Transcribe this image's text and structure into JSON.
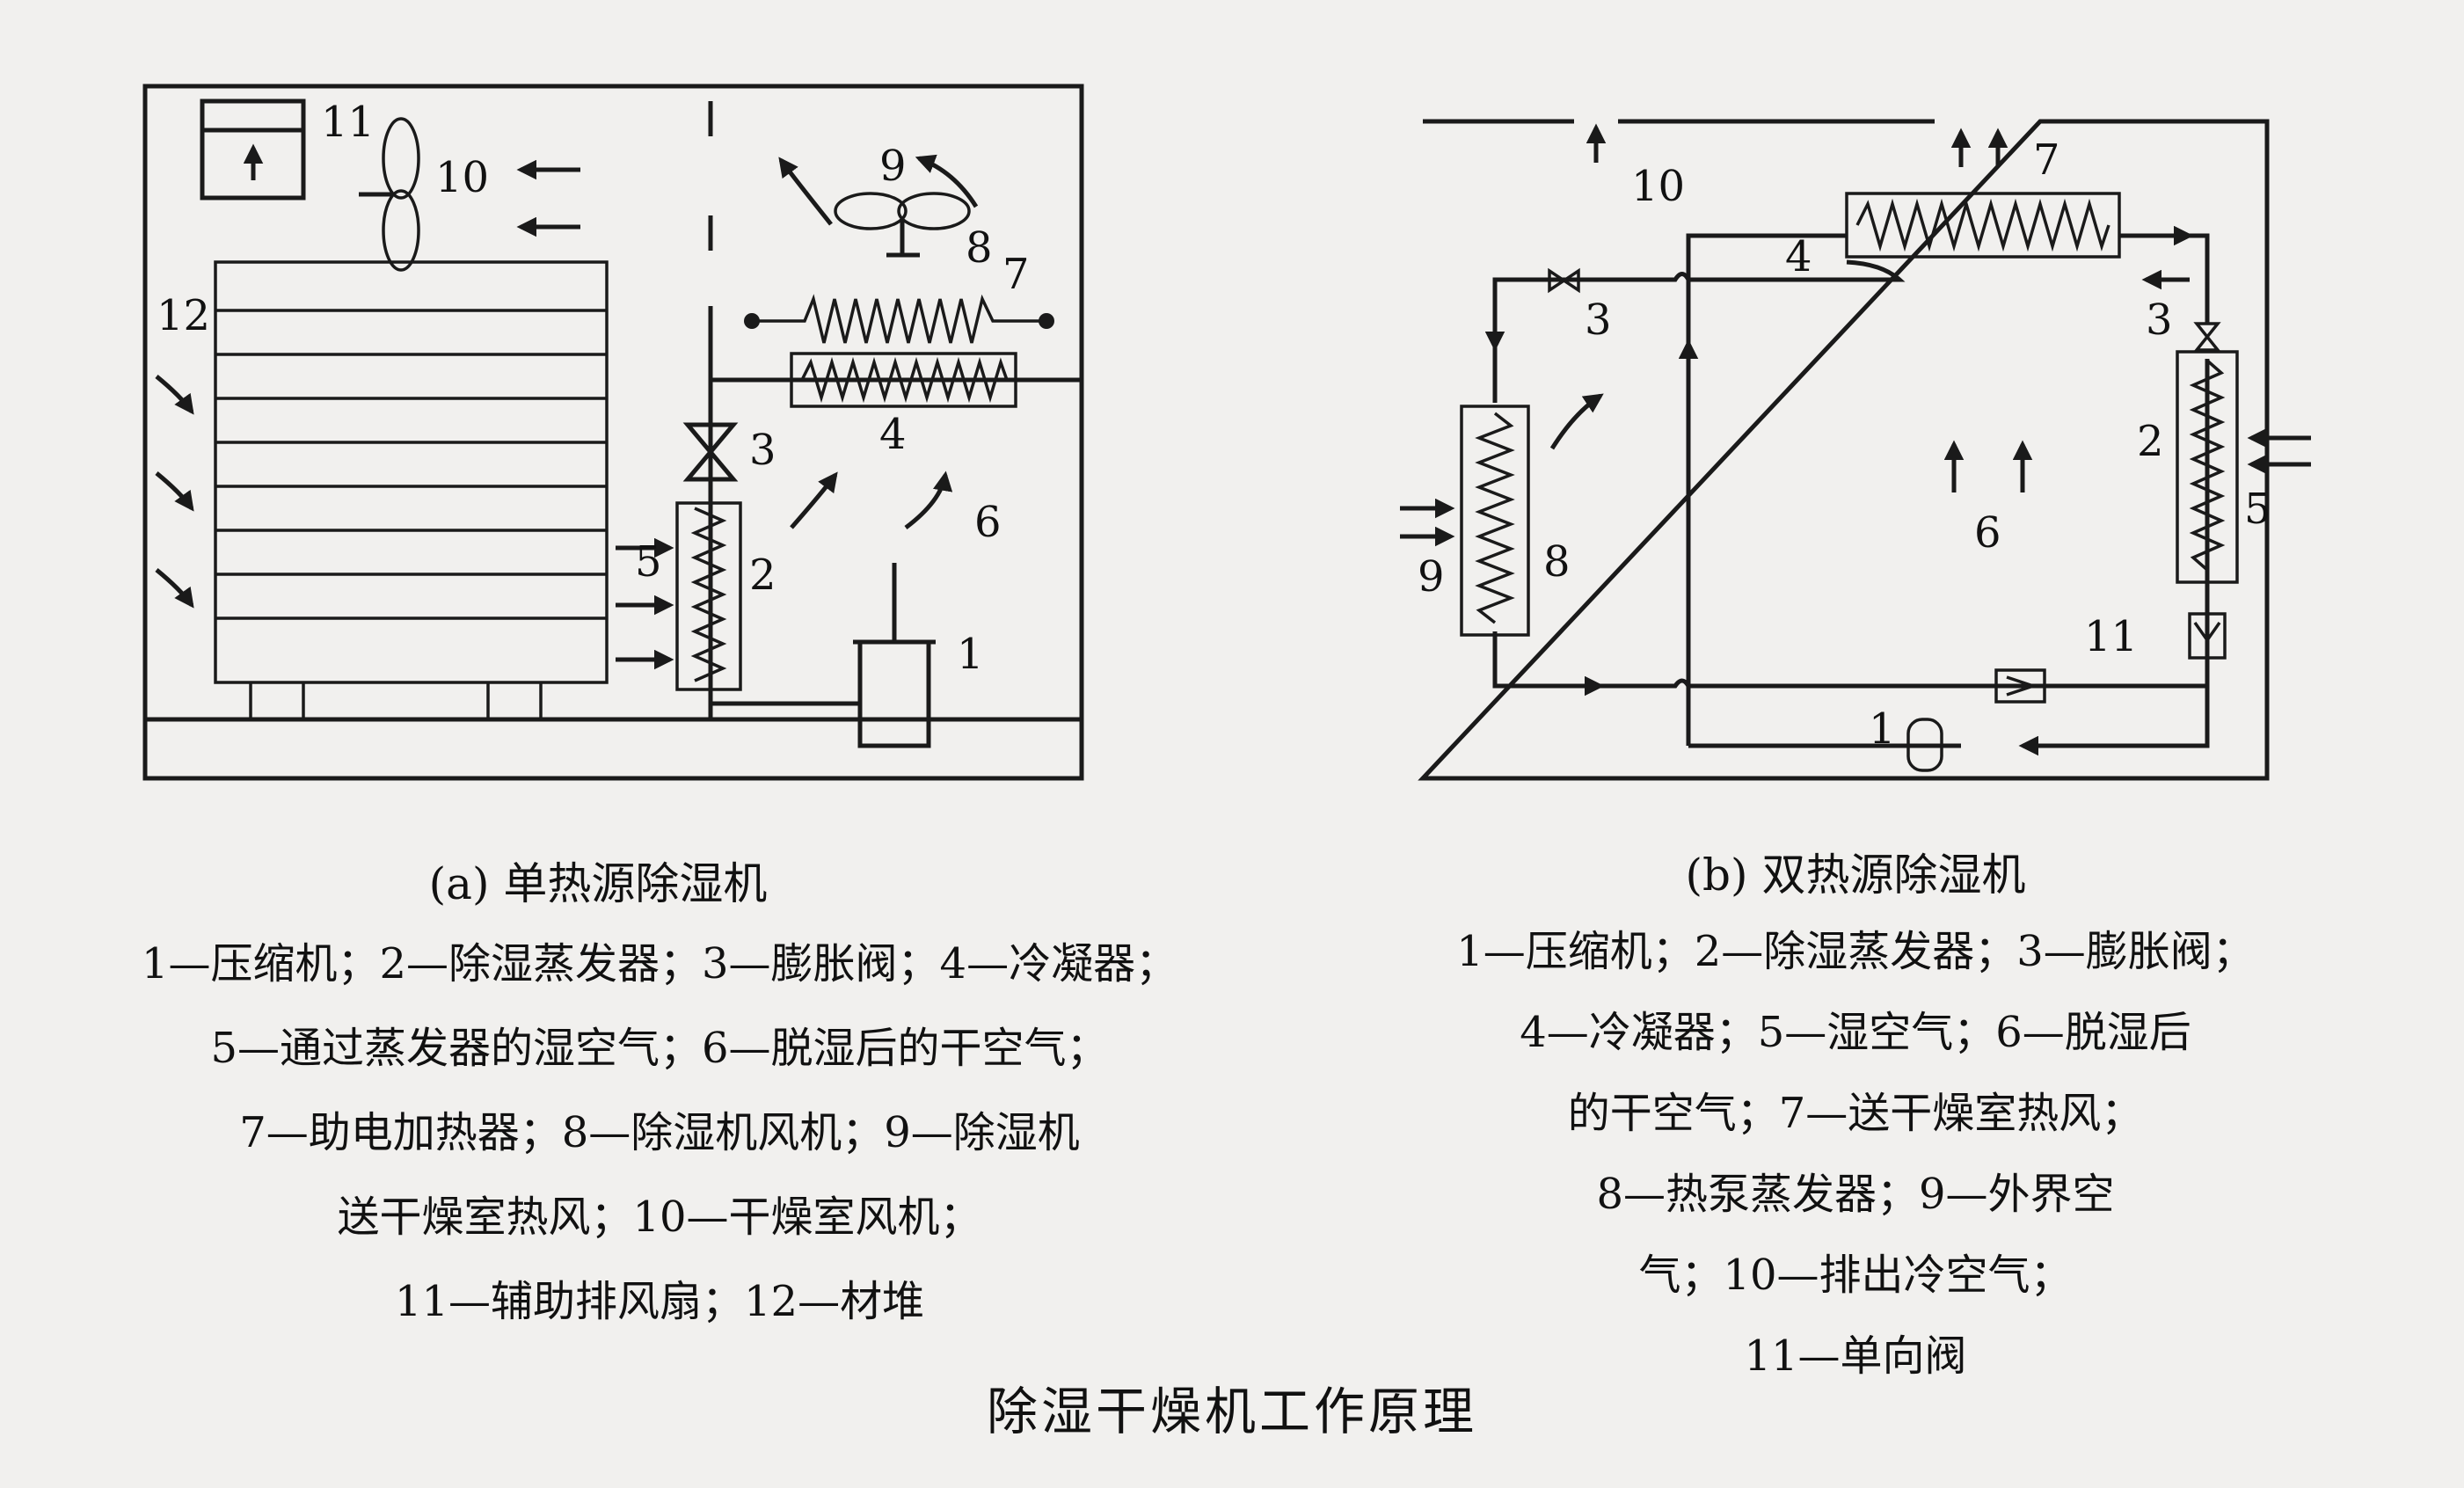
{
  "diagram_a": {
    "caption": "(a) 单热源除湿机",
    "labels": [
      "1",
      "2",
      "3",
      "4",
      "5",
      "6",
      "7",
      "8",
      "9",
      "10",
      "11",
      "12"
    ],
    "legend_lines": [
      "1—压缩机；2—除湿蒸发器；3—膨胀阀；4—冷凝器；",
      "5—通过蒸发器的湿空气；6—脱湿后的干空气；",
      "7—助电加热器；8—除湿机风机；9—除湿机",
      "送干燥室热风；10—干燥室风机；",
      "11—辅助排风扇；12—材堆"
    ]
  },
  "diagram_b": {
    "caption": "(b) 双热源除湿机",
    "labels": [
      "1",
      "2",
      "3",
      "3",
      "4",
      "5",
      "6",
      "7",
      "8",
      "9",
      "10",
      "11"
    ],
    "legend_lines": [
      "1—压缩机；2—除湿蒸发器；3—膨胀阀；",
      "4—冷凝器；5—湿空气；6—脱湿后",
      "的干空气；7—送干燥室热风；",
      "8—热泵蒸发器；9—外界空",
      "气；10—排出冷空气；",
      "11—单向阀"
    ]
  },
  "figure_title": "除湿干燥机工作原理"
}
